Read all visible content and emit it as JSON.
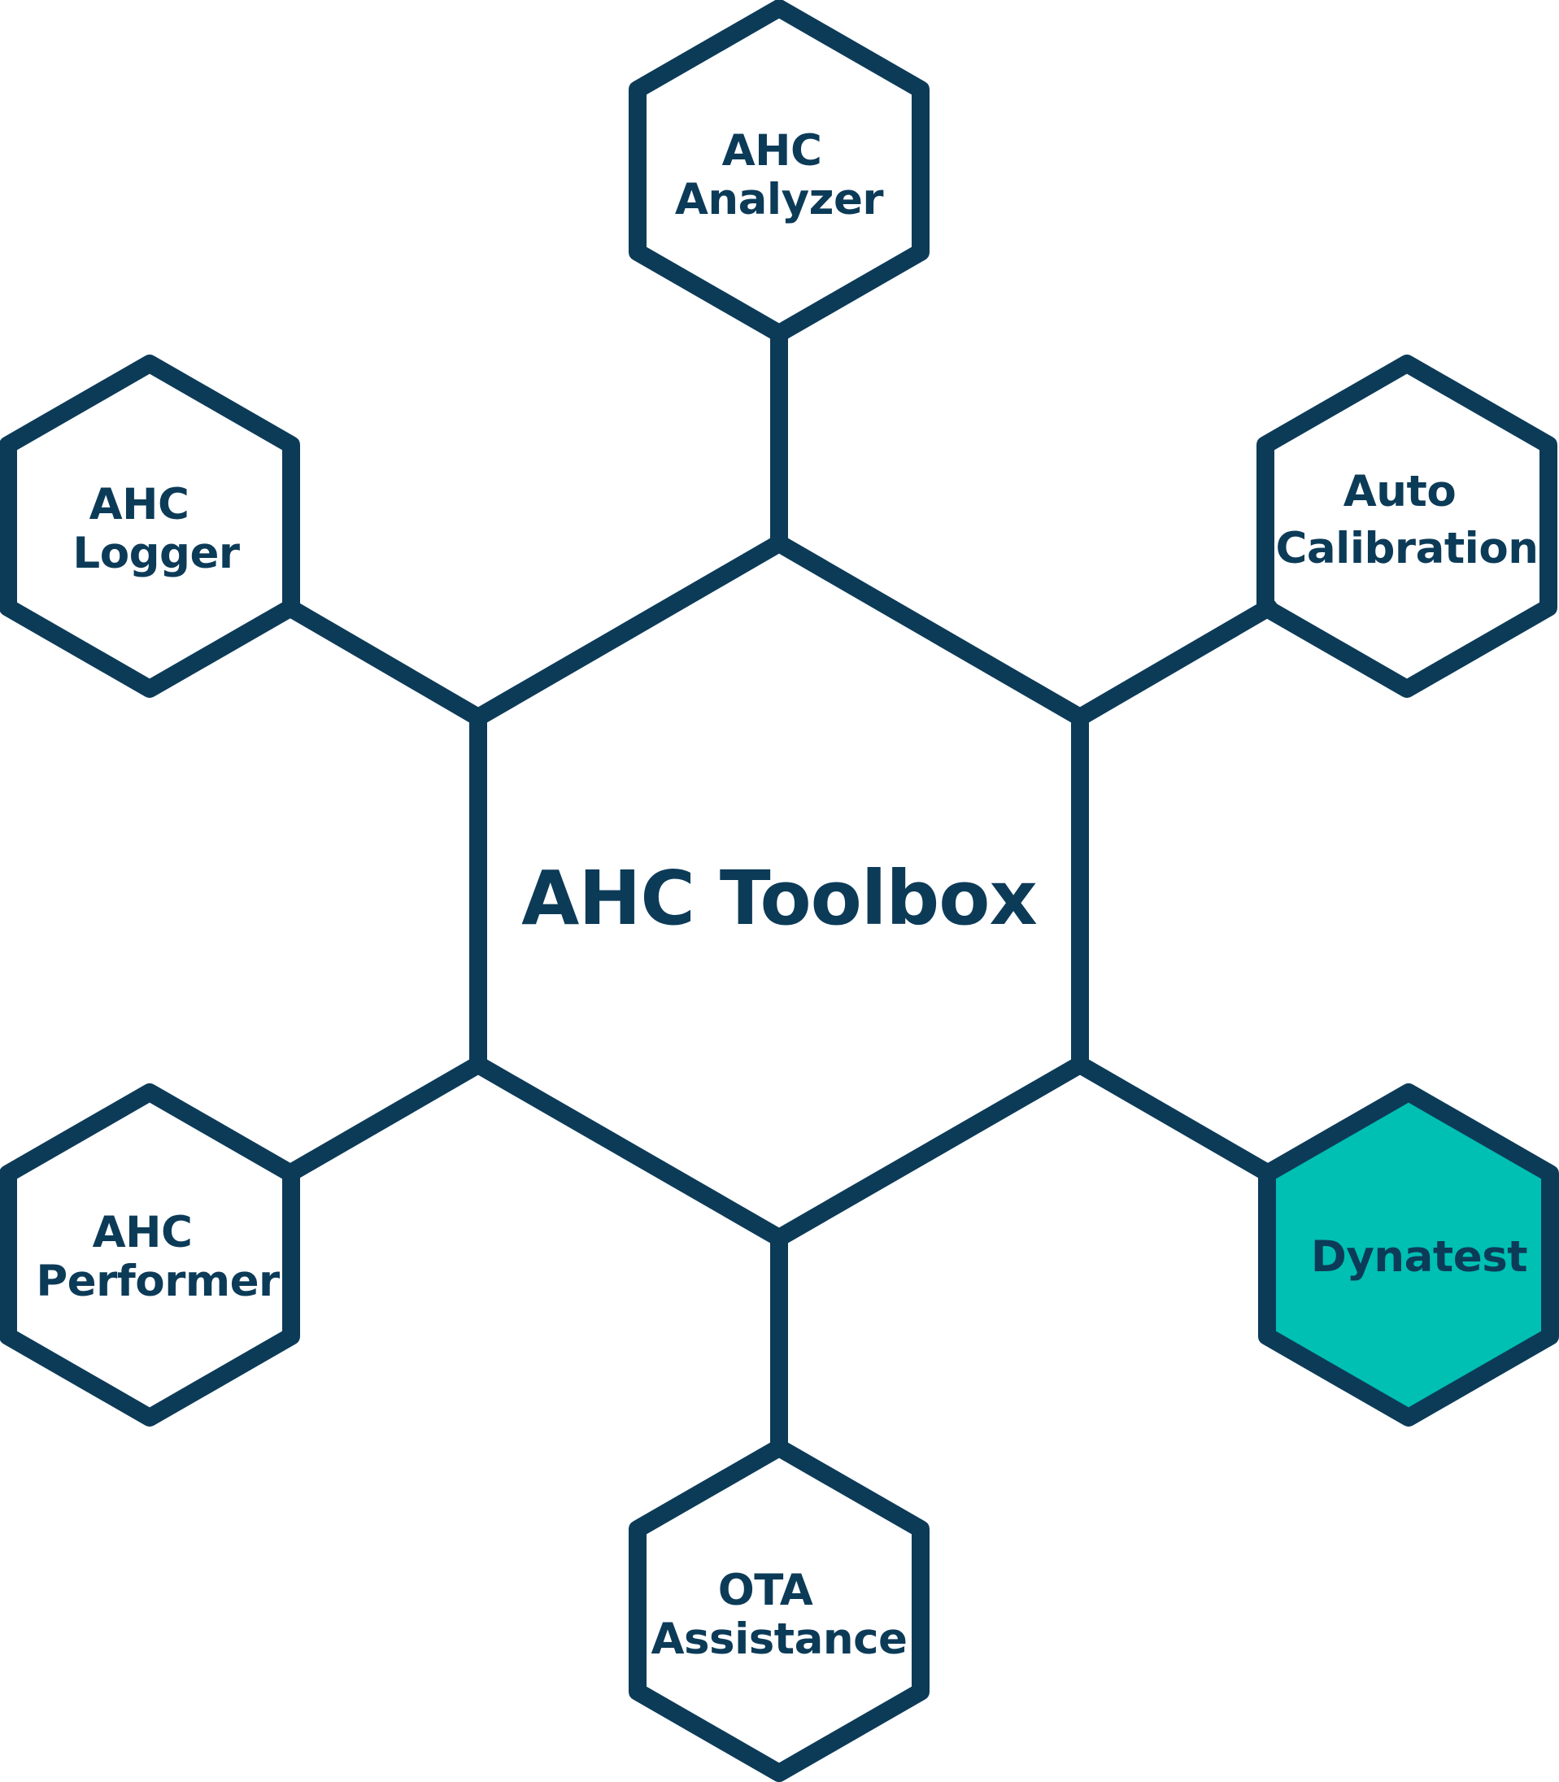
{
  "colors": {
    "stroke": "#0c3b58",
    "text": "#0c3b58",
    "highlight_fill": "#00bfb3",
    "background": "#ffffff"
  },
  "center": {
    "label": "AHC Toolbox"
  },
  "nodes": [
    {
      "id": "analyzer",
      "lines": [
        "AHC",
        "Analyzer"
      ],
      "highlighted": false
    },
    {
      "id": "auto-calibration",
      "lines": [
        "Auto",
        "Calibration"
      ],
      "highlighted": false
    },
    {
      "id": "dynatest",
      "lines": [
        "Dynatest"
      ],
      "highlighted": true
    },
    {
      "id": "ota-assistance",
      "lines": [
        "OTA",
        "Assistance"
      ],
      "highlighted": false
    },
    {
      "id": "performer",
      "lines": [
        "AHC",
        "Performer"
      ],
      "highlighted": false
    },
    {
      "id": "logger",
      "lines": [
        "AHC",
        "Logger"
      ],
      "highlighted": false
    }
  ]
}
